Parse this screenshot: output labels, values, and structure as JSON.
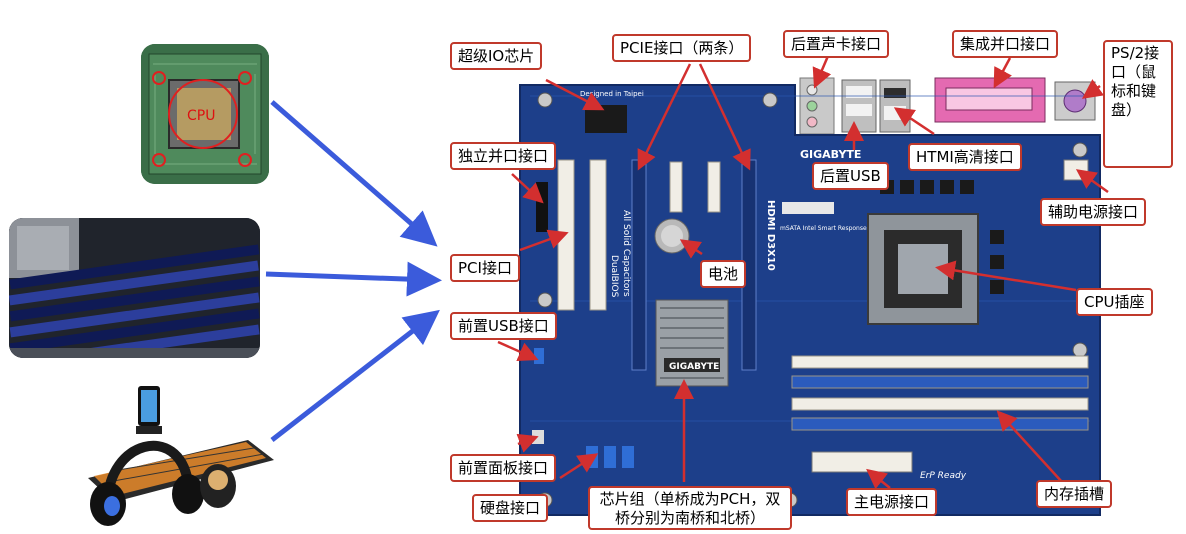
{
  "colors": {
    "label_border": "#c0392b",
    "callout_arrow": "#d32f2f",
    "flow_arrow": "#3b5bdb",
    "board_blue": "#1d3f8a"
  },
  "thumbnails": [
    {
      "name": "cpu-socket-photo",
      "icon": "cpu-socket-image",
      "text": "CPU"
    },
    {
      "name": "memory-slots-photo",
      "icon": "ram-slots-image"
    },
    {
      "name": "peripherals-photo",
      "icon": "keyboard-mouse-headset-image"
    }
  ],
  "board_text": {
    "brand": "GIGABYTE",
    "designed": "Designed in Taipei",
    "series": "All Solid Capacitors",
    "bios": "DualBIOS",
    "model": "HDMI D3X10",
    "heatsink_brand": "GIGABYTE",
    "erp": "ErP Ready",
    "msata": "mSATA Intel Smart Response Technology"
  },
  "labels": {
    "super_io": "超级IO芯片",
    "pcie": "PCIE接口（两条）",
    "rear_audio": "后置声卡接口",
    "integrated_parallel": "集成并口接口",
    "ps2": "PS/2接口（鼠标和键盘）",
    "standalone_parallel": "独立并口接口",
    "rear_usb": "后置USB",
    "hdmi": "HTMI高清接口",
    "aux_power": "辅助电源接口",
    "pci": "PCI接口",
    "battery": "电池",
    "cpu_socket": "CPU插座",
    "front_usb": "前置USB接口",
    "front_panel": "前置面板接口",
    "hdd": "硬盘接口",
    "chipset": "芯片组（单桥成为PCH，双桥分别为南桥和北桥）",
    "main_power": "主电源接口",
    "memory_slots": "内存插槽"
  }
}
